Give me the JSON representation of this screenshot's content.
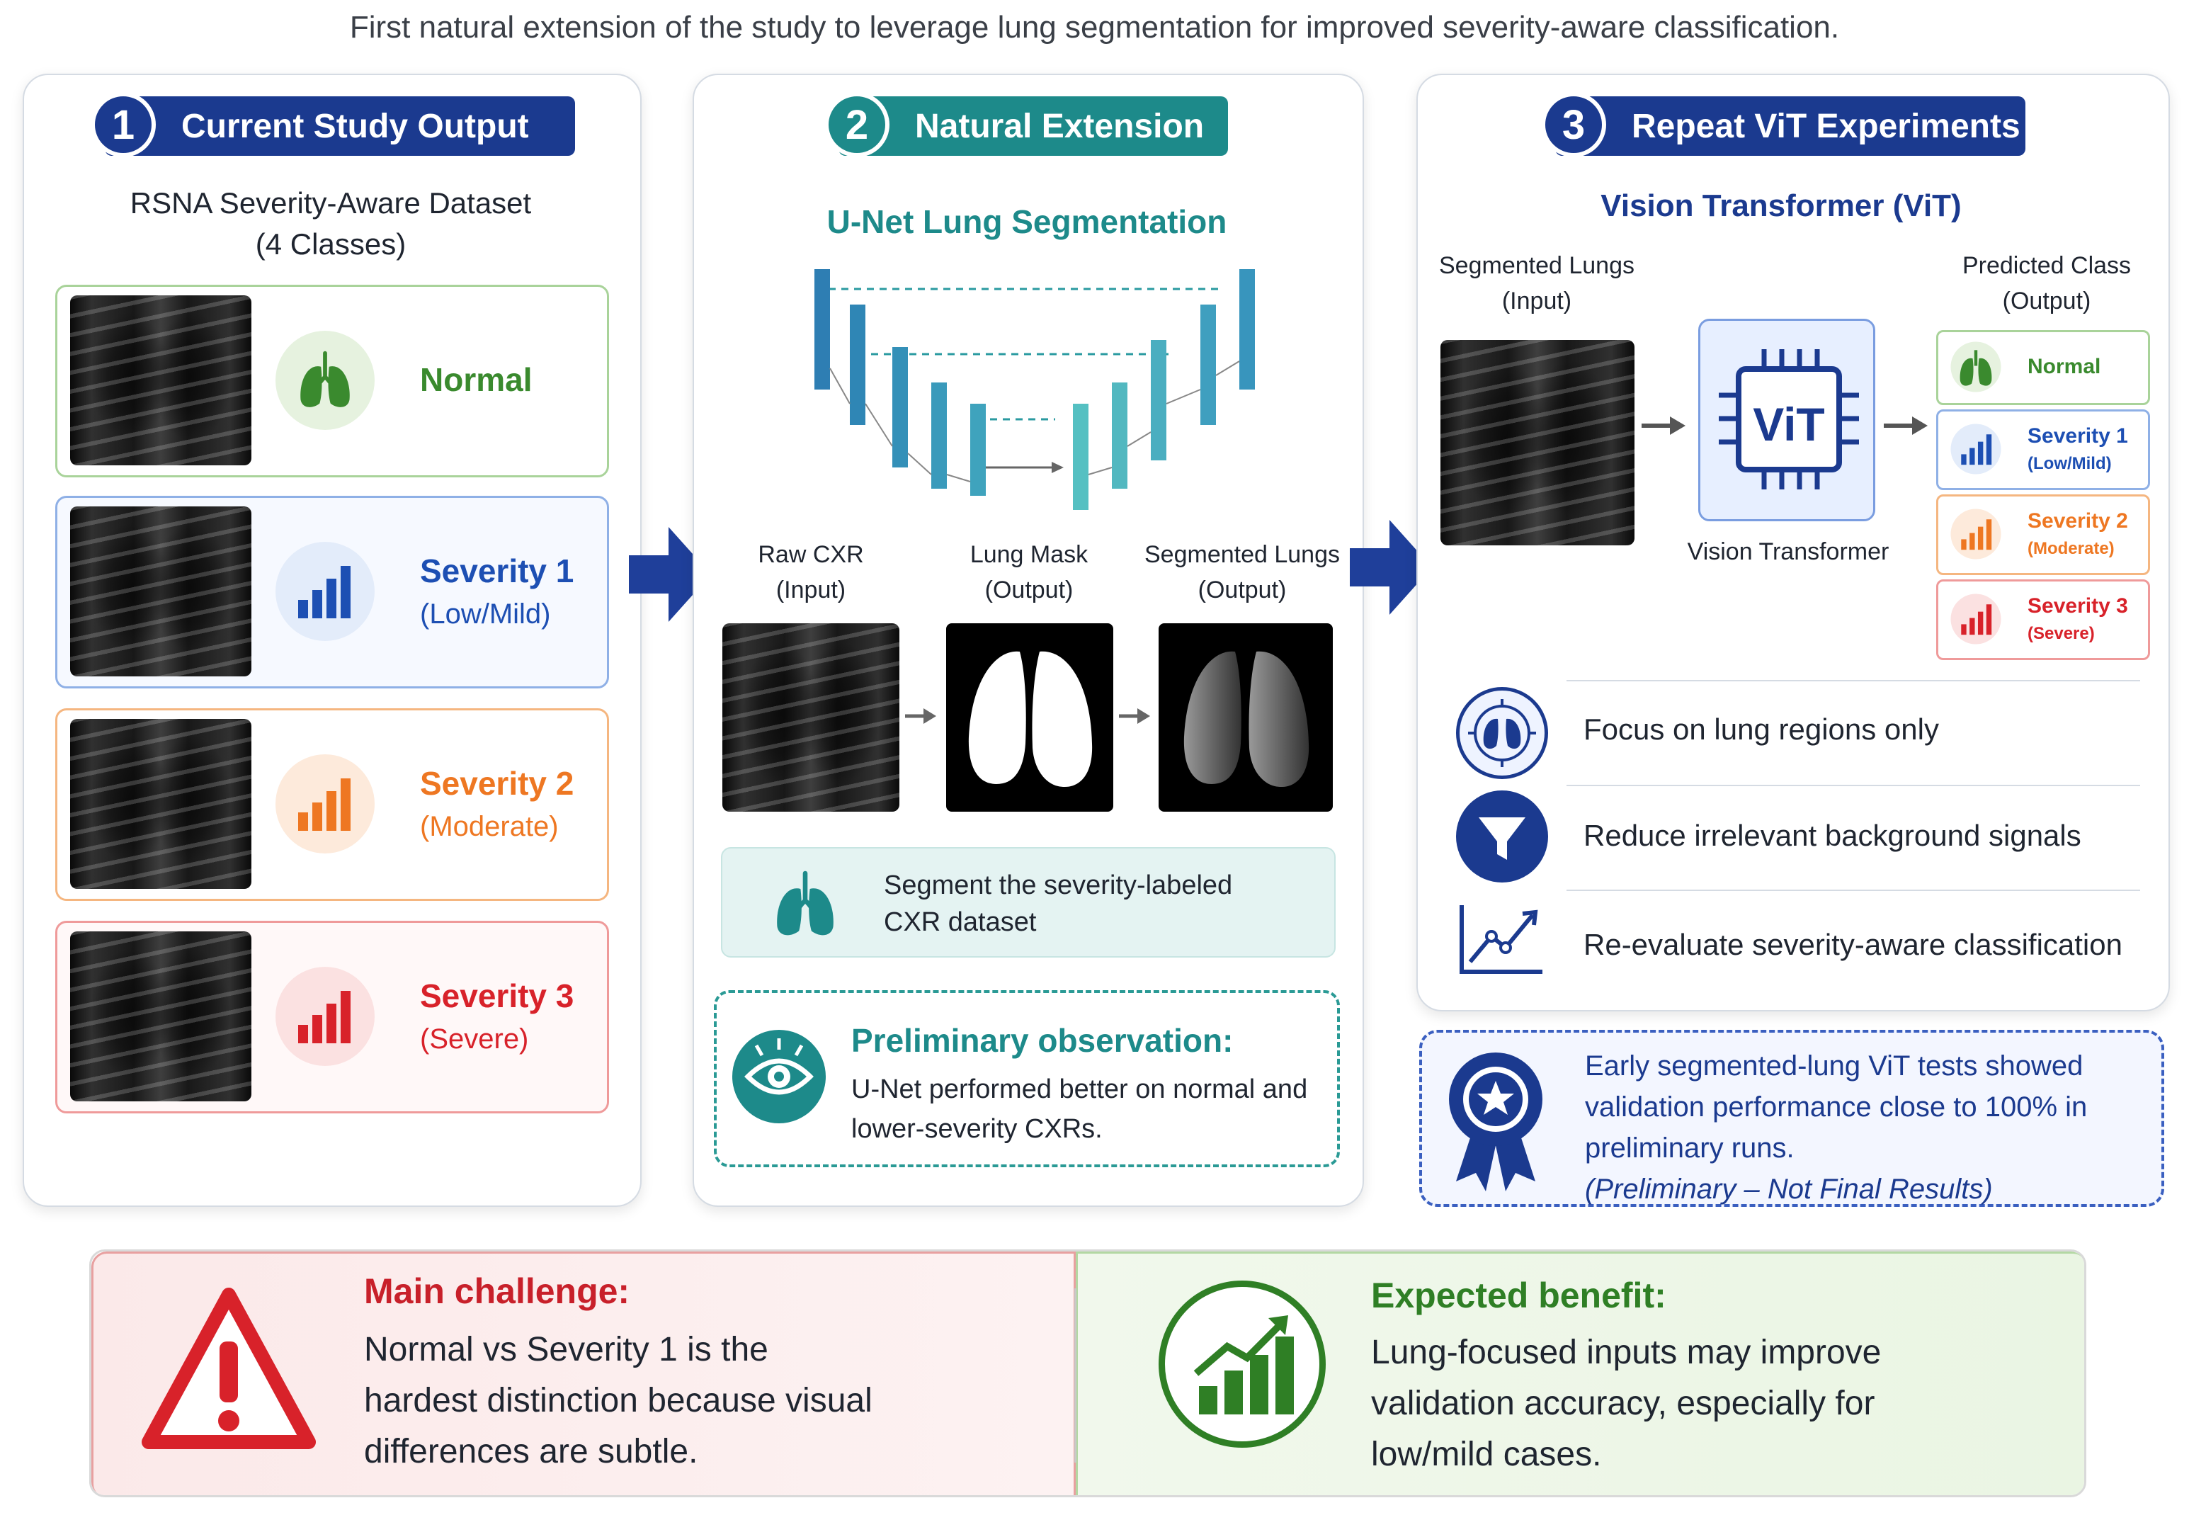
{
  "caption": "First natural extension of the study to leverage lung segmentation for improved severity-aware classification.",
  "colors": {
    "navy": "#1b3a8f",
    "teal": "#1d8a8a",
    "green": "#3a8a2e",
    "blue": "#1d4fb3",
    "orange": "#ee7722",
    "red": "#d8222a"
  },
  "panel1": {
    "num": "1",
    "title": "Current Study Output",
    "dataset": "RSNA Severity-Aware Dataset",
    "dataset_sub": "(4 Classes)",
    "classes": [
      {
        "label": "Normal",
        "sub": "",
        "icon": "lungs-icon"
      },
      {
        "label": "Severity 1",
        "sub": "(Low/Mild)",
        "icon": "bar-chart-icon"
      },
      {
        "label": "Severity 2",
        "sub": "(Moderate)",
        "icon": "bar-chart-icon"
      },
      {
        "label": "Severity 3",
        "sub": "(Severe)",
        "icon": "bar-chart-icon"
      }
    ]
  },
  "panel2": {
    "num": "2",
    "title": "Natural Extension",
    "subtitle": "U-Net Lung Segmentation",
    "images": [
      {
        "l1": "Raw CXR",
        "l2": "(Input)"
      },
      {
        "l1": "Lung Mask",
        "l2": "(Output)"
      },
      {
        "l1": "Segmented Lungs",
        "l2": "(Output)"
      }
    ],
    "segment_note_1": "Segment the severity-labeled",
    "segment_note_2": "CXR dataset",
    "obs_title": "Preliminary observation:",
    "obs_line1": "U-Net performed better on normal and",
    "obs_line2": "lower-severity CXRs."
  },
  "panel3": {
    "num": "3",
    "title": "Repeat ViT Experiments",
    "subtitle": "Vision Transformer (ViT)",
    "input_l1": "Segmented Lungs",
    "input_l2": "(Input)",
    "output_l1": "Predicted Class",
    "output_l2": "(Output)",
    "vit_chip": "ViT",
    "vit_caption": "Vision Transformer",
    "predicted": [
      {
        "t": "Normal",
        "s": ""
      },
      {
        "t": "Severity 1",
        "s": "(Low/Mild)"
      },
      {
        "t": "Severity 2",
        "s": "(Moderate)"
      },
      {
        "t": "Severity 3",
        "s": "(Severe)"
      }
    ],
    "bullets": [
      {
        "text": "Focus on lung regions only",
        "icon": "lung-focus-icon"
      },
      {
        "text": "Reduce irrelevant background signals",
        "icon": "funnel-icon"
      },
      {
        "text": "Re-evaluate severity-aware classification",
        "icon": "trend-chart-icon"
      }
    ],
    "early_line1": "Early segmented-lung ViT tests showed",
    "early_line2": "validation performance close to 100% in",
    "early_line3": "preliminary runs.",
    "early_note": "(Preliminary – Not Final Results)"
  },
  "bottom": {
    "challenge_title": "Main challenge:",
    "challenge_line1": "Normal vs Severity 1 is the",
    "challenge_line2": "hardest distinction because visual",
    "challenge_line3": "differences are subtle.",
    "benefit_title": "Expected benefit:",
    "benefit_line1": "Lung-focused inputs may improve",
    "benefit_line2": "validation accuracy, especially for",
    "benefit_line3": "low/mild cases."
  }
}
